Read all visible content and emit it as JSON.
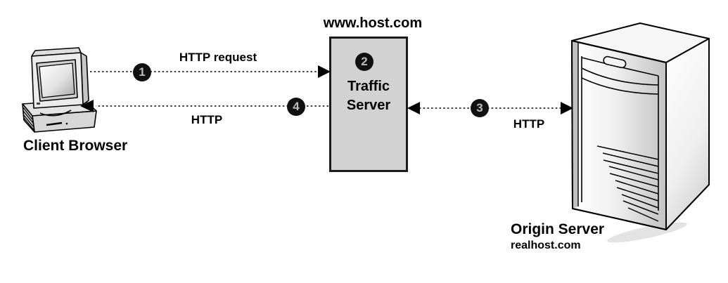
{
  "diagram": {
    "client": {
      "caption": "Client Browser"
    },
    "traffic_server": {
      "hostname_above": "www.host.com",
      "box_label": "Traffic\nServer",
      "badge": "2"
    },
    "origin_server": {
      "caption": "Origin Server",
      "subcaption": "realhost.com"
    },
    "arrows": {
      "client_to_proxy": {
        "badge": "1",
        "label": "HTTP request"
      },
      "proxy_to_client": {
        "badge": "4",
        "label": "HTTP"
      },
      "proxy_origin": {
        "badge": "3",
        "label": "HTTP"
      }
    },
    "colors": {
      "background": "#ffffff",
      "box_fill": "#d2d2d2",
      "box_border": "#1c1c1c",
      "badge_fill": "#111111",
      "badge_text": "#bdbdbd",
      "line": "#000000"
    }
  }
}
